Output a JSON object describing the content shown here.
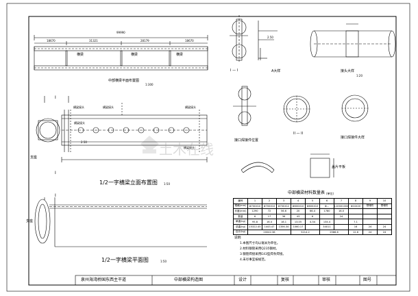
{
  "plan_view": {
    "overall_dim": "99990",
    "segment_dims": [
      "18670",
      "31321",
      "28179",
      "18670"
    ],
    "labels": [
      "横梁",
      "横梁",
      "横梁"
    ],
    "title": "中部横梁平面布置图",
    "scale": "1:300"
  },
  "elevation": {
    "section_mark": "I",
    "labels": [
      "横梁接头",
      "横梁接头",
      "横梁接头",
      "横梁接头",
      "横梁接头"
    ],
    "title": "1/2一字横梁立面布置图",
    "scale": "1:50",
    "slope": "2.50",
    "bracket": "支座"
  },
  "half_plan": {
    "section_mark": "I",
    "title": "1/2一字横梁平面图",
    "scale": "1:50",
    "bracket": "支座"
  },
  "details": {
    "section_label": "I — I",
    "a_detail": "A大样",
    "joint_detail": "接头大样",
    "fitting_position": "接口焊接件位置",
    "fitting_detail": "接口焊接件大样",
    "section_II": "II — II",
    "saddle": "盖片平板",
    "slope_label": "2.50",
    "scale": "1:20"
  },
  "material_table": {
    "title": "中部横梁材料数量表",
    "unit": "(单位)",
    "columns": [
      "编号",
      "1",
      "2",
      "3",
      "4",
      "5",
      "6",
      "7",
      "8",
      "9",
      "10"
    ],
    "rows": [
      [
        "规格(mm)",
        "Φ700X10",
        "Φ700X10",
        "Φ700X12",
        "Φ600X10",
        "Φ600X10",
        "Φ...",
        "L100X100X10",
        "Φ10X20",
        "预埋件",
        "预埋件"
      ],
      [
        "长度(mm)",
        "1290",
        "72",
        "56.6",
        "20",
        "66.4",
        "1780",
        "16.0",
        "",
        "",
        ""
      ],
      [
        "数量",
        "6",
        "17",
        "36",
        "43",
        "6",
        "",
        "24",
        "",
        "",
        ""
      ],
      [
        "单重(kg)",
        "95.8",
        "16.4",
        "18.1",
        "13.05",
        "4.34",
        "134.4",
        "",
        "7.1",
        "",
        ""
      ],
      [
        "总重(kg)",
        "15322.45",
        "1443.47",
        "1356.34",
        "1060.17",
        "",
        "34011",
        "",
        "16",
        "24",
        "24"
      ],
      [
        "",
        "",
        "",
        "",
        "",
        "",
        "",
        "",
        "",
        "",
        ""
      ],
      [
        "合计(kg)",
        "",
        "",
        "",
        "",
        "",
        "",
        "",
        "",
        "",
        ""
      ]
    ],
    "totals": [
      "20042.36",
      "5214.2",
      "2586.6",
      "12.6",
      "24",
      "24"
    ]
  },
  "notes": {
    "heading": "说明:",
    "lines": [
      "1.本图尺寸均以毫米为单位。",
      "2.材料钢管采用Q235钢材。",
      "3.钢管焊接采用E43型焊条焊接。",
      "4.未尽事宜按规范。"
    ]
  },
  "title_block": {
    "project": "泉州海湾桥国东西主干道",
    "drawing": "中部横梁构造图",
    "design": "设计",
    "review": "复核",
    "check": "审核",
    "sheet": "图号"
  },
  "watermark": "土木在线"
}
